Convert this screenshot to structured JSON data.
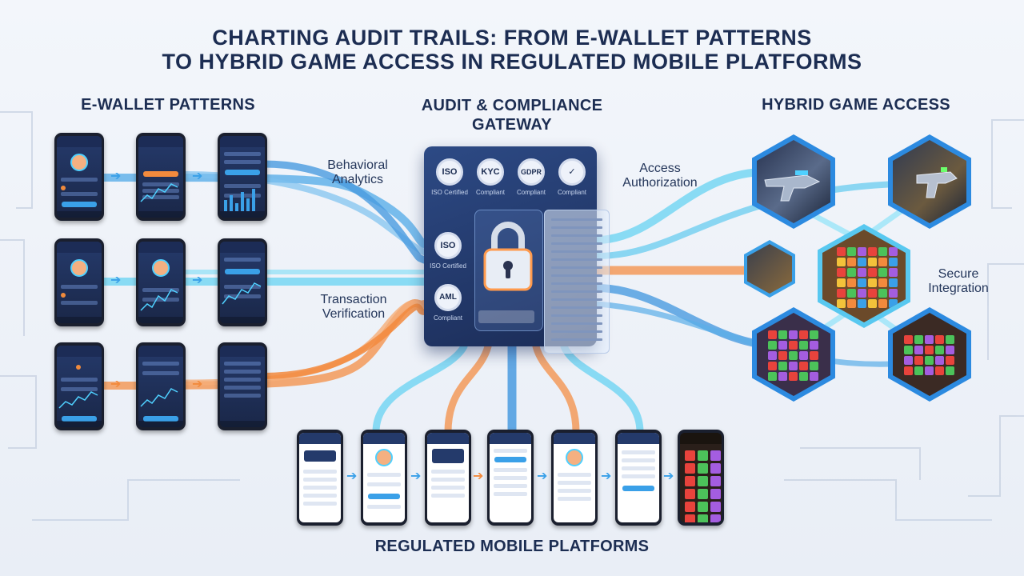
{
  "title": {
    "line1": "CHARTING AUDIT TRAILS: FROM E-WALLET PATTERNS",
    "line2": "TO HYBRID GAME ACCESS IN REGULATED MOBILE PLATFORMS"
  },
  "sections": {
    "ewallet": "E-WALLET PATTERNS",
    "gateway_line1": "AUDIT & COMPLIANCE",
    "gateway_line2": "GATEWAY",
    "hybrid": "HYBRID GAME ACCESS",
    "regulated": "REGULATED MOBILE PLATFORMS"
  },
  "flows": {
    "behavioral_1": "Behavioral",
    "behavioral_2": "Analytics",
    "transaction_1": "Transaction",
    "transaction_2": "Verification",
    "access_1": "Access",
    "access_2": "Authorization",
    "secure_1": "Secure",
    "secure_2": "Integration"
  },
  "gateway": {
    "badges": [
      {
        "label": "ISO",
        "caption": "ISO Certified"
      },
      {
        "label": "KYC",
        "caption": "Compliant"
      },
      {
        "label": "GDPR",
        "caption": "Compliant"
      },
      {
        "label": "✓",
        "caption": "Compliant"
      }
    ],
    "side_badges": [
      {
        "label": "ISO",
        "caption": "ISO Certified"
      },
      {
        "label": "AML",
        "caption": "Compliant"
      }
    ]
  },
  "colors": {
    "navy": "#1c2d52",
    "blue_flow": "#3aa0e8",
    "cyan_flow": "#5fd6f5",
    "orange_flow": "#f28a3d",
    "gateway_bg": "#2d4a85"
  },
  "icons": [
    "lock-icon",
    "shield-icon",
    "check-badge-icon",
    "avatar-icon",
    "gun-icon",
    "gem-icon"
  ]
}
